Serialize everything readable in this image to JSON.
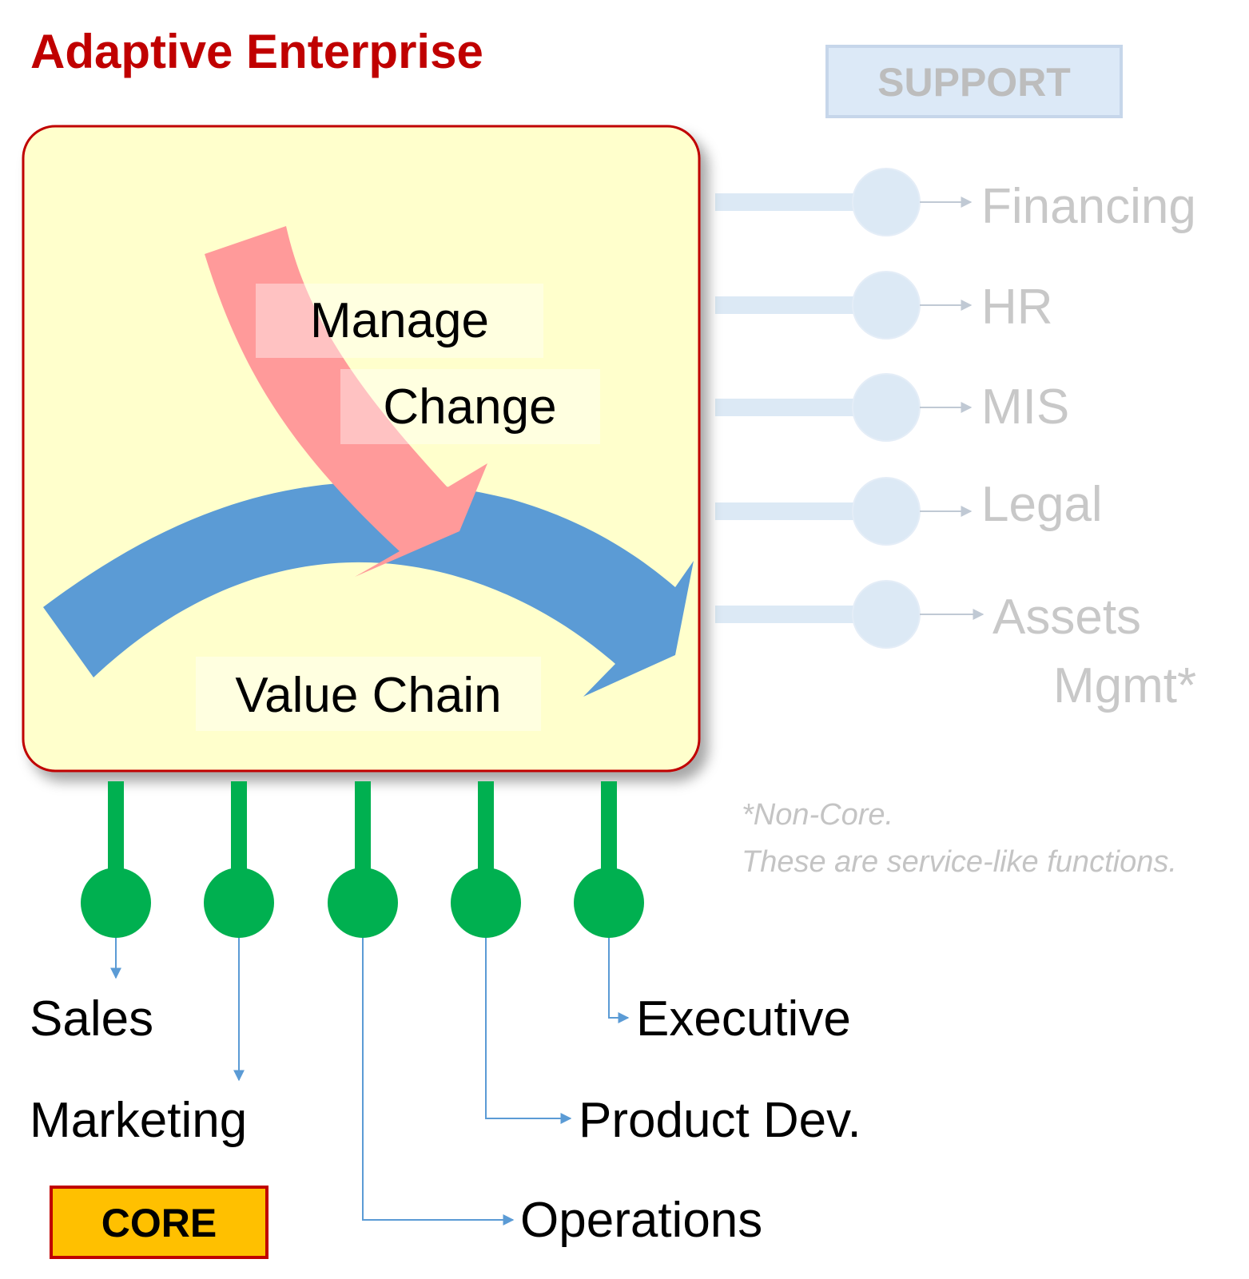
{
  "title": "Adaptive Enterprise",
  "support_badge": "SUPPORT",
  "core_badge": "CORE",
  "core_box": {
    "manage_label": "Manage",
    "change_label": "Change",
    "value_chain_label": "Value Chain"
  },
  "support_functions": [
    {
      "label": "Financing"
    },
    {
      "label": "HR"
    },
    {
      "label": "MIS"
    },
    {
      "label": "Legal"
    },
    {
      "label": "Assets",
      "label_line2": "Mgmt*"
    }
  ],
  "core_functions": [
    {
      "label": "Sales"
    },
    {
      "label": "Marketing"
    },
    {
      "label": "Operations"
    },
    {
      "label": "Product Dev."
    },
    {
      "label": "Executive"
    }
  ],
  "footnote": {
    "line1": "*Non-Core.",
    "line2": "These are service-like functions."
  },
  "colors": {
    "title": "#c00000",
    "core_box_fill": "#ffffcc",
    "core_box_border": "#c00000",
    "value_chain_arrow": "#5b9bd5",
    "manage_change_arrow": "#ff9a9a",
    "core_connector": "#00b050",
    "support_connector": "#dce9f5",
    "core_badge_fill": "#ffc000",
    "support_badge_fill": "#dce9f7"
  }
}
